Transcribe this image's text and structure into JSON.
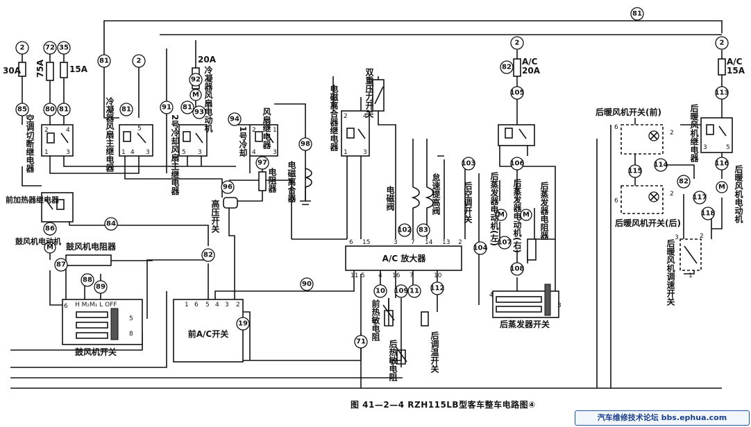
{
  "caption": "图 41—2—4    RZH115LB型客车整车电路图④",
  "watermark": "汽车维修技术论坛 bbs.ephua.com",
  "components": {
    "ac_cutoff_relay": "空调切断继电器",
    "condenser_fan_main_relay": "冷凝器风扇主继电器",
    "cooling_fan2_main_relay": "2号冷却风扇主继电器",
    "condenser_fan_motor": "冷凝器风扇电动机",
    "cooling_fan1": "1号冷却",
    "fan_relay": "风扇继电器",
    "resistor": "电阻器",
    "mag_clutch_relay": "电磁离合器继电器",
    "mag_clutch": "电磁离合器",
    "dual_pressure_switch": "双重压力开关",
    "solenoid_valve": "电磁阀",
    "idle_up_valve": "怠速提高阀",
    "front_heater_relay": "前加热器继电器",
    "blower_motor": "鼓风机电动机",
    "blower_resistor": "鼓风机电阻器",
    "blower_switch": "鼓风机开关",
    "front_ac_switch": "前A/C开关",
    "high_pressure_switch": "高压开关",
    "ac_amplifier": "A/C 放大器",
    "front_thermistor": "前热敏电阻",
    "rear_thermistor": "后热敏电阻",
    "rear_temp_switch": "后调温开关",
    "rear_ac_switch": "后空调开关",
    "rear_evap_motor_left": "后蒸发器电动机(左)",
    "rear_evap_motor_right": "后蒸发器电动机(右)",
    "rear_evap_resistor": "后蒸发器电阻器",
    "rear_evap_switch": "后蒸发器开关",
    "rear_heater_fan_switch_front": "后暖风机开关(前)",
    "rear_heater_fan_switch_rear": "后暖风机开关(后)",
    "rear_heater_fan_relay": "后暖风机继电器",
    "rear_heater_fan_motor": "后暖风机电动机",
    "rear_heater_speed_switch": "后暖风机调速开关"
  },
  "fuses": {
    "f30": "30A",
    "f75": "75A",
    "f15a": "15A",
    "f20cond": "20A",
    "ac20_a": "A/C",
    "ac20_b": "20A",
    "ac15_a": "A/C",
    "ac15_b": "15A"
  },
  "blower_switch_pins": "H M₂M₁ L OFF",
  "nodes": [
    "2",
    "72",
    "35",
    "81",
    "2",
    "81",
    "2",
    "85",
    "80",
    "81",
    "81",
    "92",
    "93",
    "91",
    "81",
    "94",
    "97",
    "98",
    "96",
    "82",
    "84",
    "86",
    "87",
    "88",
    "89",
    "90",
    "19",
    "71",
    "10",
    "109",
    "11",
    "112",
    "102",
    "83",
    "103",
    "104",
    "82",
    "105",
    "106",
    "107",
    "108",
    "2",
    "113",
    "114",
    "115",
    "82",
    "116",
    "117",
    "118"
  ]
}
